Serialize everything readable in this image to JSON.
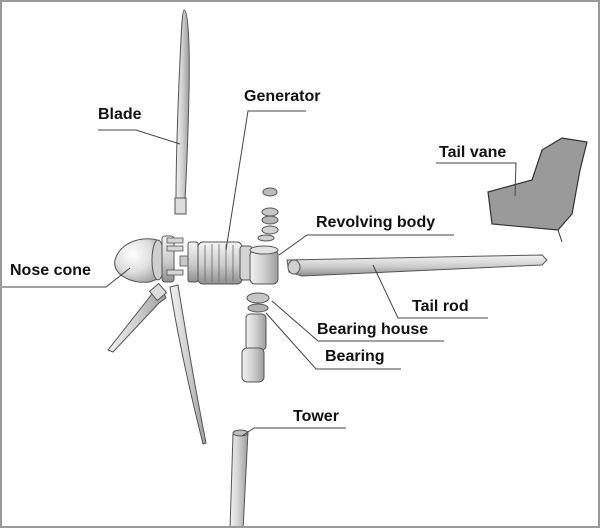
{
  "labels": {
    "blade": "Blade",
    "generator": "Generator",
    "tail_vane": "Tail vane",
    "revolving_body": "Revolving body",
    "nose_cone": "Nose cone",
    "tail_rod": "Tail rod",
    "bearing_house": "Bearing house",
    "bearing": "Bearing",
    "tower": "Tower"
  },
  "colors": {
    "part_fill": "#d9d9d9",
    "part_stroke": "#555555",
    "tail_vane_fill": "#9a9a9a",
    "leader_line": "#444444",
    "frame": "#9a9a9a"
  }
}
